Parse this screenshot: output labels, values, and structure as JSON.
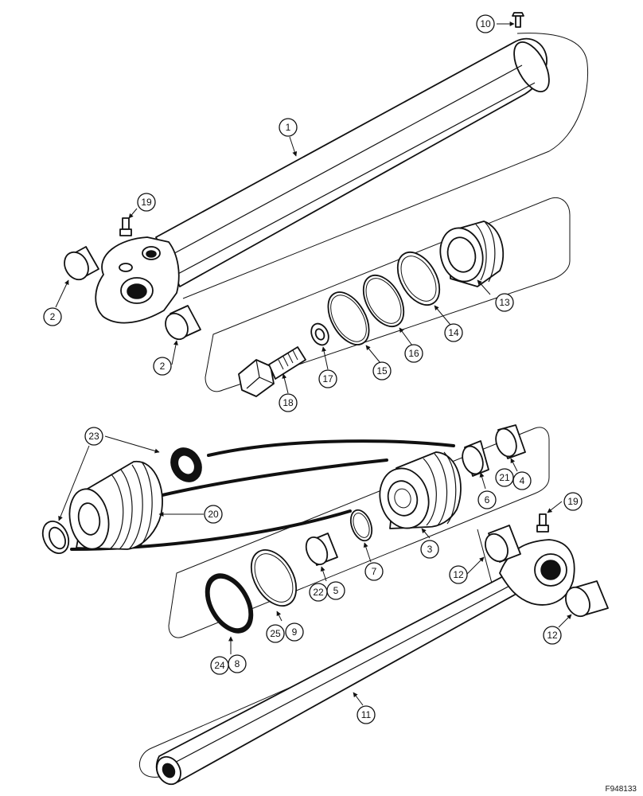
{
  "figure_id": "F948133",
  "callouts": [
    "1",
    "2",
    "2",
    "3",
    "4",
    "5",
    "6",
    "7",
    "8",
    "9",
    "10",
    "11",
    "12",
    "12",
    "13",
    "14",
    "15",
    "16",
    "17",
    "18",
    "19",
    "19",
    "20",
    "21",
    "22",
    "23",
    "24",
    "25"
  ]
}
